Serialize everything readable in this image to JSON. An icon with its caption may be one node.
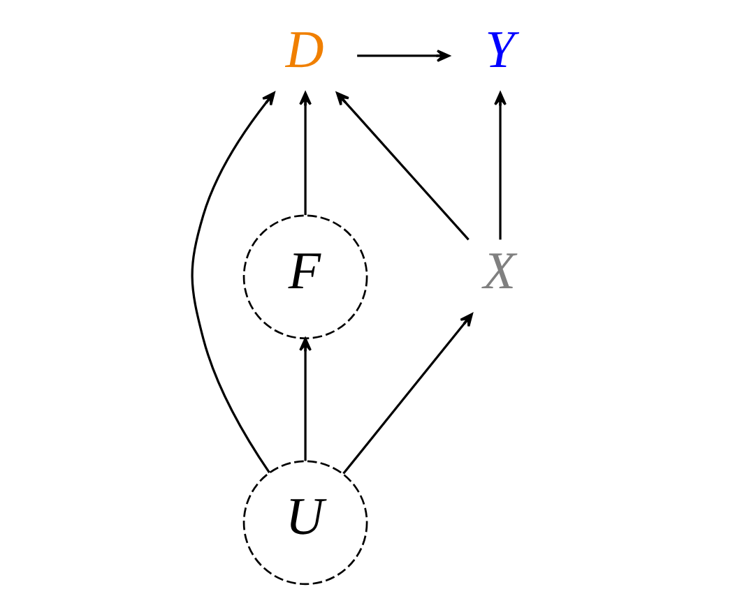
{
  "diagram": {
    "nodes": [
      {
        "text": [
          "D"
        ]
      },
      {
        "text": [
          "Y"
        ]
      },
      {
        "text": [
          "F"
        ]
      },
      {
        "text": [
          "X"
        ]
      },
      {
        "text": [
          "U"
        ]
      }
    ],
    "edges": [
      {
        "from": 0,
        "to": 1,
        "arrow": "to"
      },
      {
        "from": 2,
        "to": 0,
        "arrow": "to"
      },
      {
        "from": 3,
        "to": 0,
        "arrow": "to"
      },
      {
        "from": 4,
        "to": 0,
        "arrow": "to"
      },
      {
        "from": 3,
        "to": 1,
        "arrow": "to"
      },
      {
        "from": 4,
        "to": 2,
        "arrow": "to"
      },
      {
        "from": 4,
        "to": 3,
        "arrow": "to"
      }
    ]
  }
}
